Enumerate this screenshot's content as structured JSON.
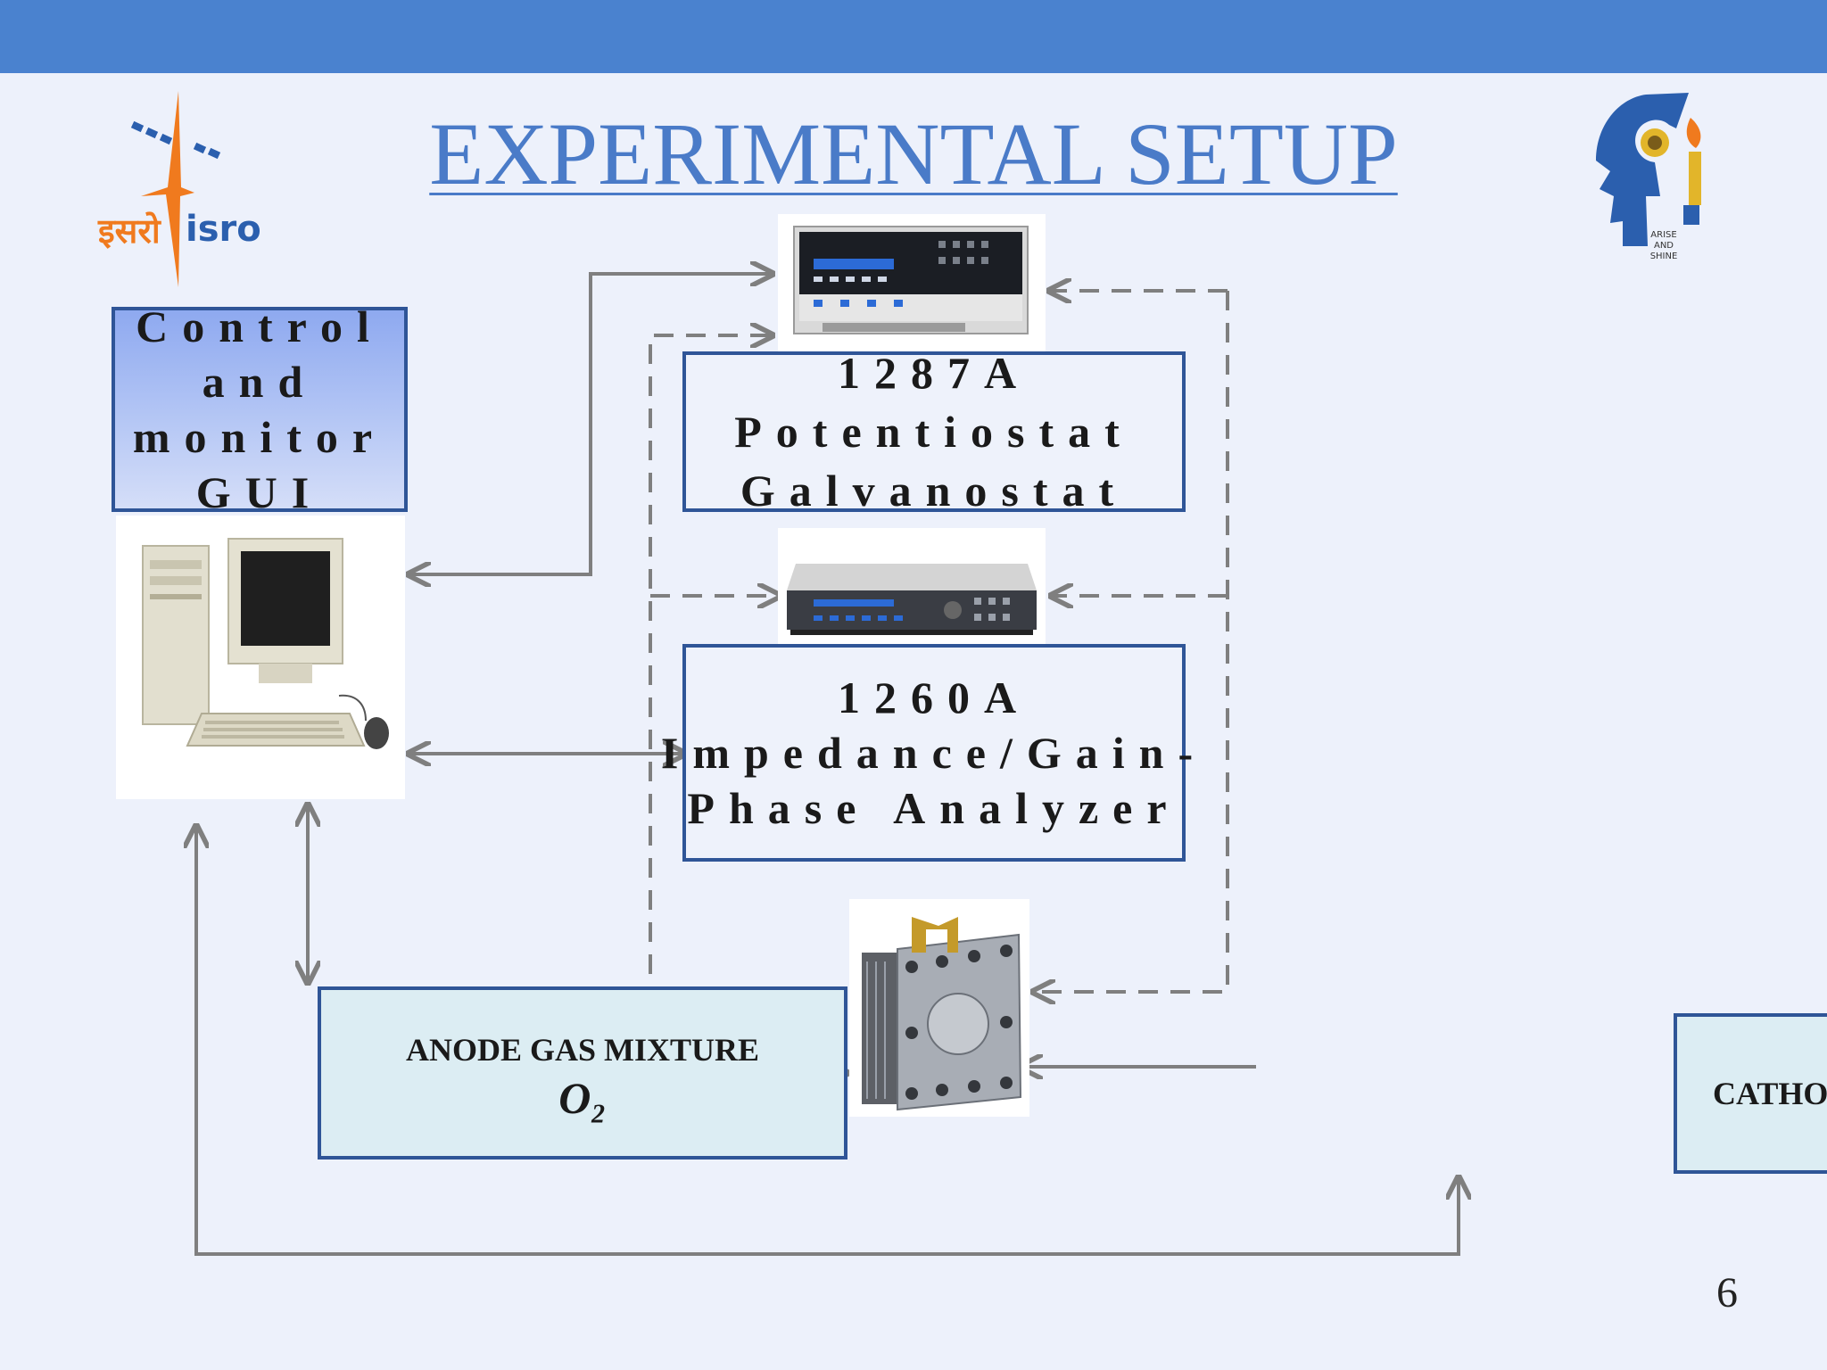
{
  "slide": {
    "title": "EXPERIMENTAL SETUP",
    "page_number": "6"
  },
  "logos": {
    "left_text_devanagari": "इसरो",
    "left_text_latin": "isro",
    "right_motto": [
      "ARISE",
      "AND",
      "SHINE"
    ]
  },
  "blocks": {
    "gui": [
      "Control",
      "and",
      "monitor",
      "GUI"
    ],
    "potentiostat": [
      "1287A",
      "Potentiostat",
      "Galvanostat"
    ],
    "analyzer": [
      "1260A",
      "Impedance/Gain-",
      "Phase Analyzer"
    ],
    "anode": "ANODE GAS MIXTURE",
    "anode_gas": "O₂",
    "cathode": "CATHO"
  },
  "colors": {
    "topbar": "#4a82cf",
    "title": "#4a7bc8",
    "box_border": "#2f5597",
    "arrow": "#7f7f7f",
    "background": "#edf1fb"
  }
}
